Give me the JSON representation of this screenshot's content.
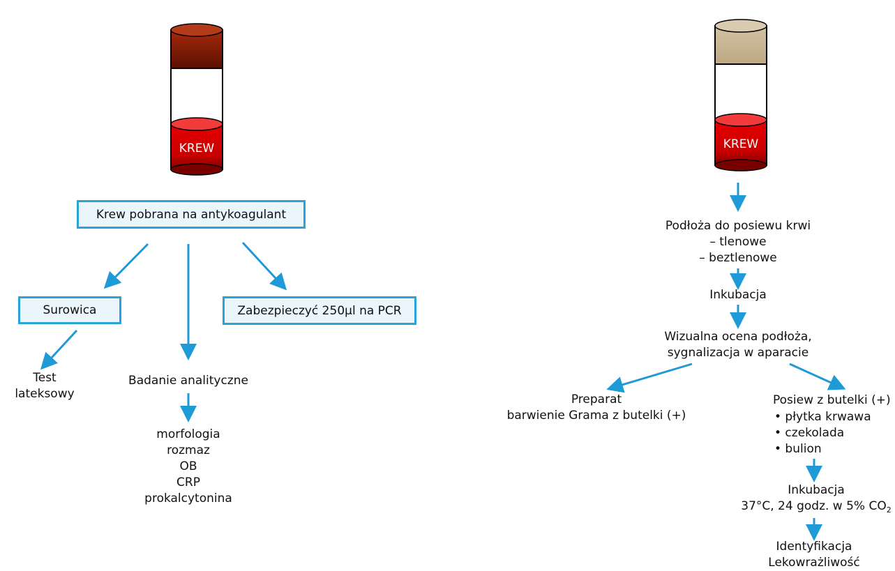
{
  "left": {
    "tube_label": "KREW",
    "box_main": "Krew pobrana na antykoagulant",
    "box_serum": "Surowica",
    "box_pcr": "Zabezpieczyć 250µl na PCR",
    "latex": [
      "Test",
      "lateksowy"
    ],
    "analytic": "Badanie analityczne",
    "tests": [
      "morfologia",
      "rozmaz",
      "OB",
      "CRP",
      "prokalcytonina"
    ]
  },
  "right": {
    "tube_label": "KREW",
    "media": [
      "Podłoża do posiewu krwi",
      "– tlenowe",
      "– beztlenowe"
    ],
    "incubation": "Inkubacja",
    "assessment": [
      "Wizualna ocena podłoża,",
      "sygnalizacja w aparacie"
    ],
    "smear": [
      "Preparat",
      "barwienie Grama z butelki (+)"
    ],
    "culture_title": "Posiew z butelki (+)",
    "culture_items": [
      "• płytka krwawa",
      "• czekolada",
      "• bulion"
    ],
    "incubation2_title": "Inkubacja",
    "incubation2_detail": "37°C, 24 godz. w 5% CO",
    "incubation2_sub": "2",
    "final": [
      "Identyfikacja",
      "Lekowrażliwość"
    ]
  },
  "colors": {
    "arrow": "#1e9ad6",
    "box_border": "#29a3d8",
    "box_fill": "#eaf6fb",
    "blood": "#d40000",
    "cap_left": "#8e1a00",
    "cap_right": "#cdbb9a"
  }
}
